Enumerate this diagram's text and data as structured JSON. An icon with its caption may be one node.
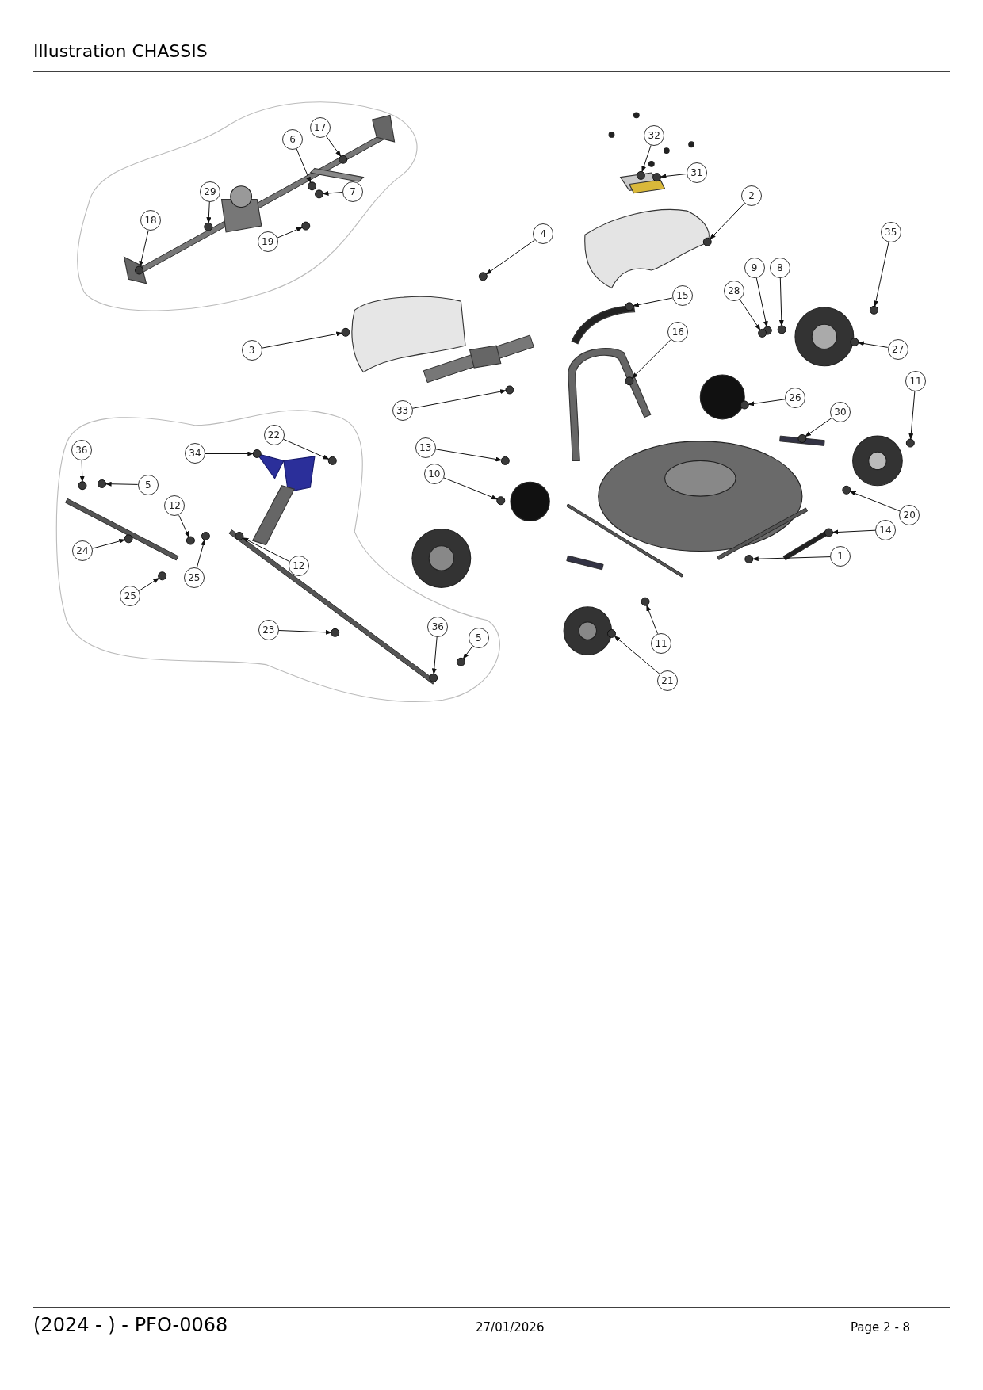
{
  "diagram": {
    "title": "Illustration  CHASSIS",
    "nodes": [
      {
        "text": [
          "17"
        ]
      },
      {
        "text": [
          "6"
        ]
      },
      {
        "text": [
          "32"
        ]
      },
      {
        "text": [
          "7"
        ]
      },
      {
        "text": [
          "31"
        ]
      },
      {
        "text": [
          "29"
        ]
      },
      {
        "text": [
          "2"
        ]
      },
      {
        "text": [
          "18"
        ]
      },
      {
        "text": [
          "4"
        ]
      },
      {
        "text": [
          "35"
        ]
      },
      {
        "text": [
          "19"
        ]
      },
      {
        "text": [
          "9"
        ]
      },
      {
        "text": [
          "8"
        ]
      },
      {
        "text": [
          "28"
        ]
      },
      {
        "text": [
          "15"
        ]
      },
      {
        "text": [
          "27"
        ]
      },
      {
        "text": [
          "16"
        ]
      },
      {
        "text": [
          "3"
        ]
      },
      {
        "text": [
          "11"
        ]
      },
      {
        "text": [
          "26"
        ]
      },
      {
        "text": [
          "30"
        ]
      },
      {
        "text": [
          "33"
        ]
      },
      {
        "text": [
          "22"
        ]
      },
      {
        "text": [
          "13"
        ]
      },
      {
        "text": [
          "36"
        ]
      },
      {
        "text": [
          "34"
        ]
      },
      {
        "text": [
          "10"
        ]
      },
      {
        "text": [
          "5"
        ]
      },
      {
        "text": [
          "12"
        ]
      },
      {
        "text": [
          "20"
        ]
      },
      {
        "text": [
          "14"
        ]
      },
      {
        "text": [
          "24"
        ]
      },
      {
        "text": [
          "1"
        ]
      },
      {
        "text": [
          "12"
        ]
      },
      {
        "text": [
          "25"
        ]
      },
      {
        "text": [
          "25"
        ]
      },
      {
        "text": [
          "23"
        ]
      },
      {
        "text": [
          "36"
        ]
      },
      {
        "text": [
          "5"
        ]
      },
      {
        "text": [
          "11"
        ]
      },
      {
        "text": [
          "21"
        ]
      },
      {
        "text": [],
        "shape": "circle"
      },
      {
        "text": [],
        "shape": "circle"
      },
      {
        "text": [],
        "shape": "circle"
      },
      {
        "text": [],
        "shape": "circle"
      },
      {
        "text": [],
        "shape": "circle"
      },
      {
        "text": [],
        "shape": "circle"
      },
      {
        "text": [],
        "shape": "circle"
      },
      {
        "text": [],
        "shape": "circle"
      },
      {
        "text": [],
        "shape": "circle"
      },
      {
        "text": [],
        "shape": "circle"
      },
      {
        "text": [],
        "shape": "circle"
      },
      {
        "text": [],
        "shape": "circle"
      },
      {
        "text": [],
        "shape": "circle"
      },
      {
        "text": [],
        "shape": "circle"
      },
      {
        "text": [],
        "shape": "circle"
      },
      {
        "text": [],
        "shape": "circle"
      },
      {
        "text": [],
        "shape": "circle"
      },
      {
        "text": [],
        "shape": "circle"
      },
      {
        "text": [],
        "shape": "circle"
      },
      {
        "text": [],
        "shape": "circle"
      },
      {
        "text": [],
        "shape": "circle"
      },
      {
        "text": [],
        "shape": "circle"
      },
      {
        "text": [],
        "shape": "circle"
      },
      {
        "text": [],
        "shape": "circle"
      },
      {
        "text": [],
        "shape": "circle"
      },
      {
        "text": [],
        "shape": "circle"
      },
      {
        "text": [],
        "shape": "circle"
      },
      {
        "text": [],
        "shape": "circle"
      },
      {
        "text": [],
        "shape": "circle"
      },
      {
        "text": [],
        "shape": "circle"
      },
      {
        "text": [],
        "shape": "circle"
      },
      {
        "text": [],
        "shape": "circle"
      },
      {
        "text": [],
        "shape": "circle"
      },
      {
        "text": [],
        "shape": "circle"
      },
      {
        "text": [],
        "shape": "circle"
      },
      {
        "text": [],
        "shape": "circle"
      },
      {
        "text": [],
        "shape": "circle"
      },
      {
        "text": [],
        "shape": "circle"
      },
      {
        "text": [],
        "shape": "circle"
      },
      {
        "text": [],
        "shape": "circle"
      },
      {
        "text": [],
        "shape": "circle"
      }
    ],
    "edges": [
      {
        "from": 0,
        "to": 41,
        "arrow": "to"
      },
      {
        "from": 1,
        "to": 42,
        "arrow": "to"
      },
      {
        "from": 2,
        "to": 43,
        "arrow": "to"
      },
      {
        "from": 3,
        "to": 44,
        "arrow": "to"
      },
      {
        "from": 4,
        "to": 45,
        "arrow": "to"
      },
      {
        "from": 5,
        "to": 46,
        "arrow": "to"
      },
      {
        "from": 6,
        "to": 47,
        "arrow": "to"
      },
      {
        "from": 7,
        "to": 48,
        "arrow": "to"
      },
      {
        "from": 8,
        "to": 49,
        "arrow": "to"
      },
      {
        "from": 9,
        "to": 50,
        "arrow": "to"
      },
      {
        "from": 10,
        "to": 51,
        "arrow": "to"
      },
      {
        "from": 11,
        "to": 52,
        "arrow": "to"
      },
      {
        "from": 12,
        "to": 53,
        "arrow": "to"
      },
      {
        "from": 13,
        "to": 54,
        "arrow": "to"
      },
      {
        "from": 14,
        "to": 55,
        "arrow": "to"
      },
      {
        "from": 15,
        "to": 56,
        "arrow": "to"
      },
      {
        "from": 16,
        "to": 57,
        "arrow": "to"
      },
      {
        "from": 17,
        "to": 58,
        "arrow": "to"
      },
      {
        "from": 18,
        "to": 59,
        "arrow": "to"
      },
      {
        "from": 19,
        "to": 60,
        "arrow": "to"
      },
      {
        "from": 20,
        "to": 61,
        "arrow": "to"
      },
      {
        "from": 21,
        "to": 62,
        "arrow": "to"
      },
      {
        "from": 22,
        "to": 63,
        "arrow": "to"
      },
      {
        "from": 23,
        "to": 64,
        "arrow": "to"
      },
      {
        "from": 24,
        "to": 65,
        "arrow": "to"
      },
      {
        "from": 25,
        "to": 66,
        "arrow": "to"
      },
      {
        "from": 26,
        "to": 67,
        "arrow": "to"
      },
      {
        "from": 27,
        "to": 68,
        "arrow": "to"
      },
      {
        "from": 28,
        "to": 69,
        "arrow": "to"
      },
      {
        "from": 29,
        "to": 70,
        "arrow": "to"
      },
      {
        "from": 30,
        "to": 71,
        "arrow": "to"
      },
      {
        "from": 31,
        "to": 72,
        "arrow": "to"
      },
      {
        "from": 32,
        "to": 73,
        "arrow": "to"
      },
      {
        "from": 33,
        "to": 74,
        "arrow": "to"
      },
      {
        "from": 34,
        "to": 75,
        "arrow": "to"
      },
      {
        "from": 35,
        "to": 76,
        "arrow": "to"
      },
      {
        "from": 36,
        "to": 77,
        "arrow": "to"
      },
      {
        "from": 37,
        "to": 78,
        "arrow": "to"
      },
      {
        "from": 38,
        "to": 79,
        "arrow": "to"
      },
      {
        "from": 39,
        "to": 80,
        "arrow": "to"
      },
      {
        "from": 40,
        "to": 81,
        "arrow": "to"
      }
    ],
    "labels": [
      "(2024 - ) - PFO-0068",
      "27/01/2026",
      "Page 2 - 8"
    ]
  }
}
